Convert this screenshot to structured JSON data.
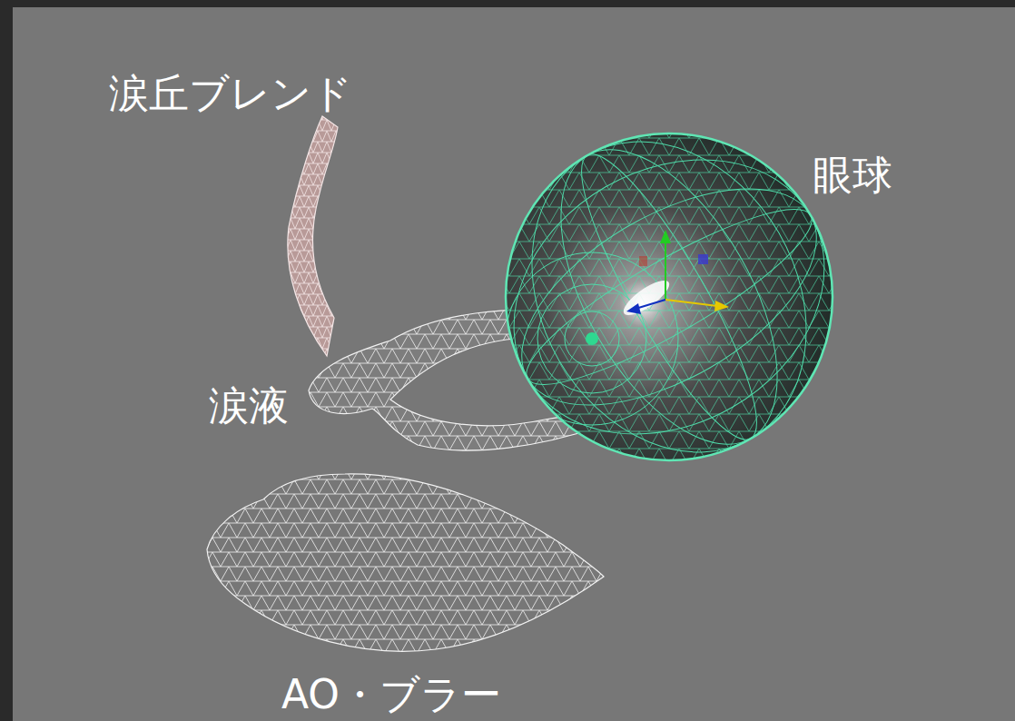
{
  "diagram": {
    "labels": [
      "涙丘ブレンド",
      "眼球",
      "涙液",
      "AO・ブラー"
    ]
  }
}
